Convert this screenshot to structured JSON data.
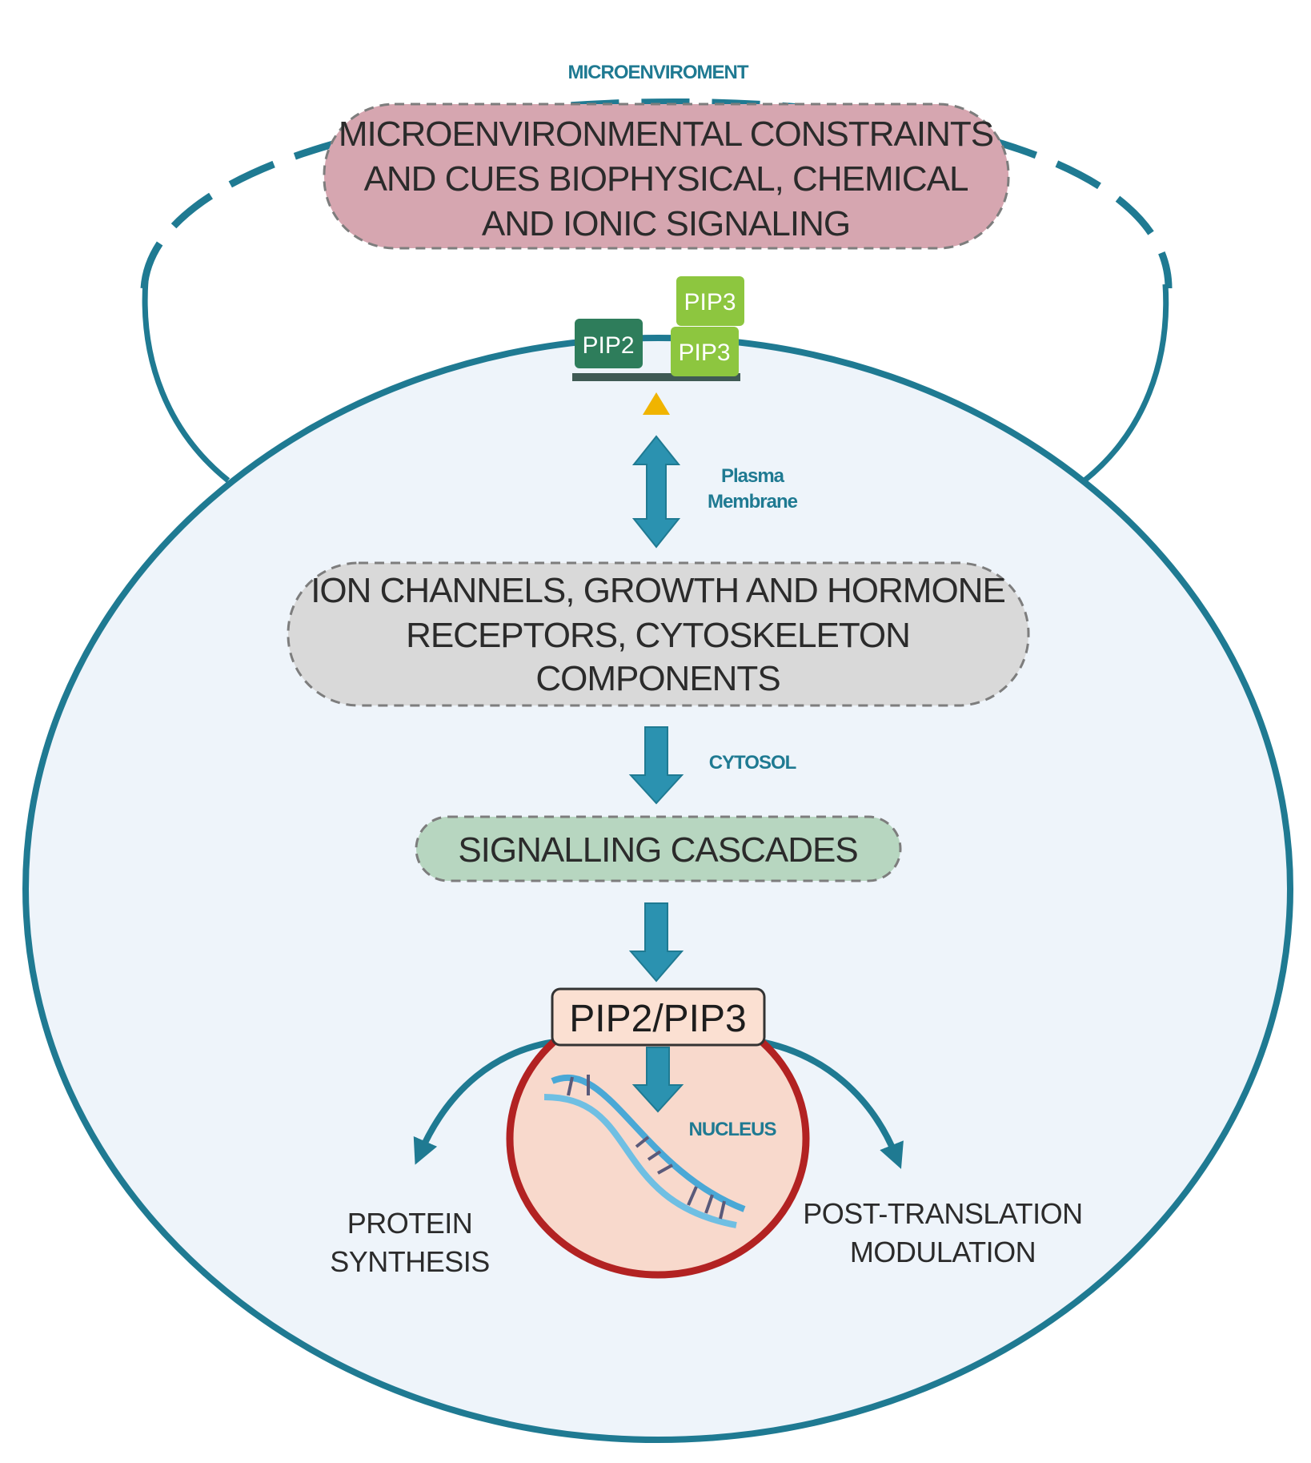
{
  "diagram": {
    "microenvironment_label": "MICROENVIROMENT",
    "micro_box": {
      "lines": [
        "MICROENVIRONMENTAL CONSTRAINTS",
        "AND CUES BIOPHYSICAL, CHEMICAL",
        "AND IONIC SIGNALING"
      ],
      "fill": "#d6a6b0"
    },
    "pip_blocks": {
      "left": "PIP2",
      "right_bottom": "PIP3",
      "right_top": "PIP3",
      "left_color": "#2e7d5b",
      "right_color": "#8dc63f"
    },
    "plasma_membrane_label": [
      "Plasma",
      "Membrane"
    ],
    "receptor_box": {
      "lines": [
        "ION CHANNELS, GROWTH AND HORMONE",
        "RECEPTORS, CYTOSKELETON",
        "COMPONENTS"
      ],
      "fill": "#d9d9d9"
    },
    "cytosol_label": "CYTOSOL",
    "cascade_box": {
      "text": "SIGNALLING CASCADES",
      "fill": "#b7d6c0"
    },
    "pip_main_box": "PIP2/PIP3",
    "nucleus_label": "NUCLEUS",
    "protein_synthesis": [
      "PROTEIN",
      "SYNTHESIS"
    ],
    "post_translation": [
      "POST-TRANSLATION",
      "MODULATION"
    ],
    "colors": {
      "membrane": "#1f7a92",
      "cell_fill": "#eef4fa",
      "nucleus_fill": "#f8d9cc",
      "nucleus_stroke": "#b22222",
      "arrow": "#2b92b0",
      "triangle": "#f0b400"
    }
  }
}
